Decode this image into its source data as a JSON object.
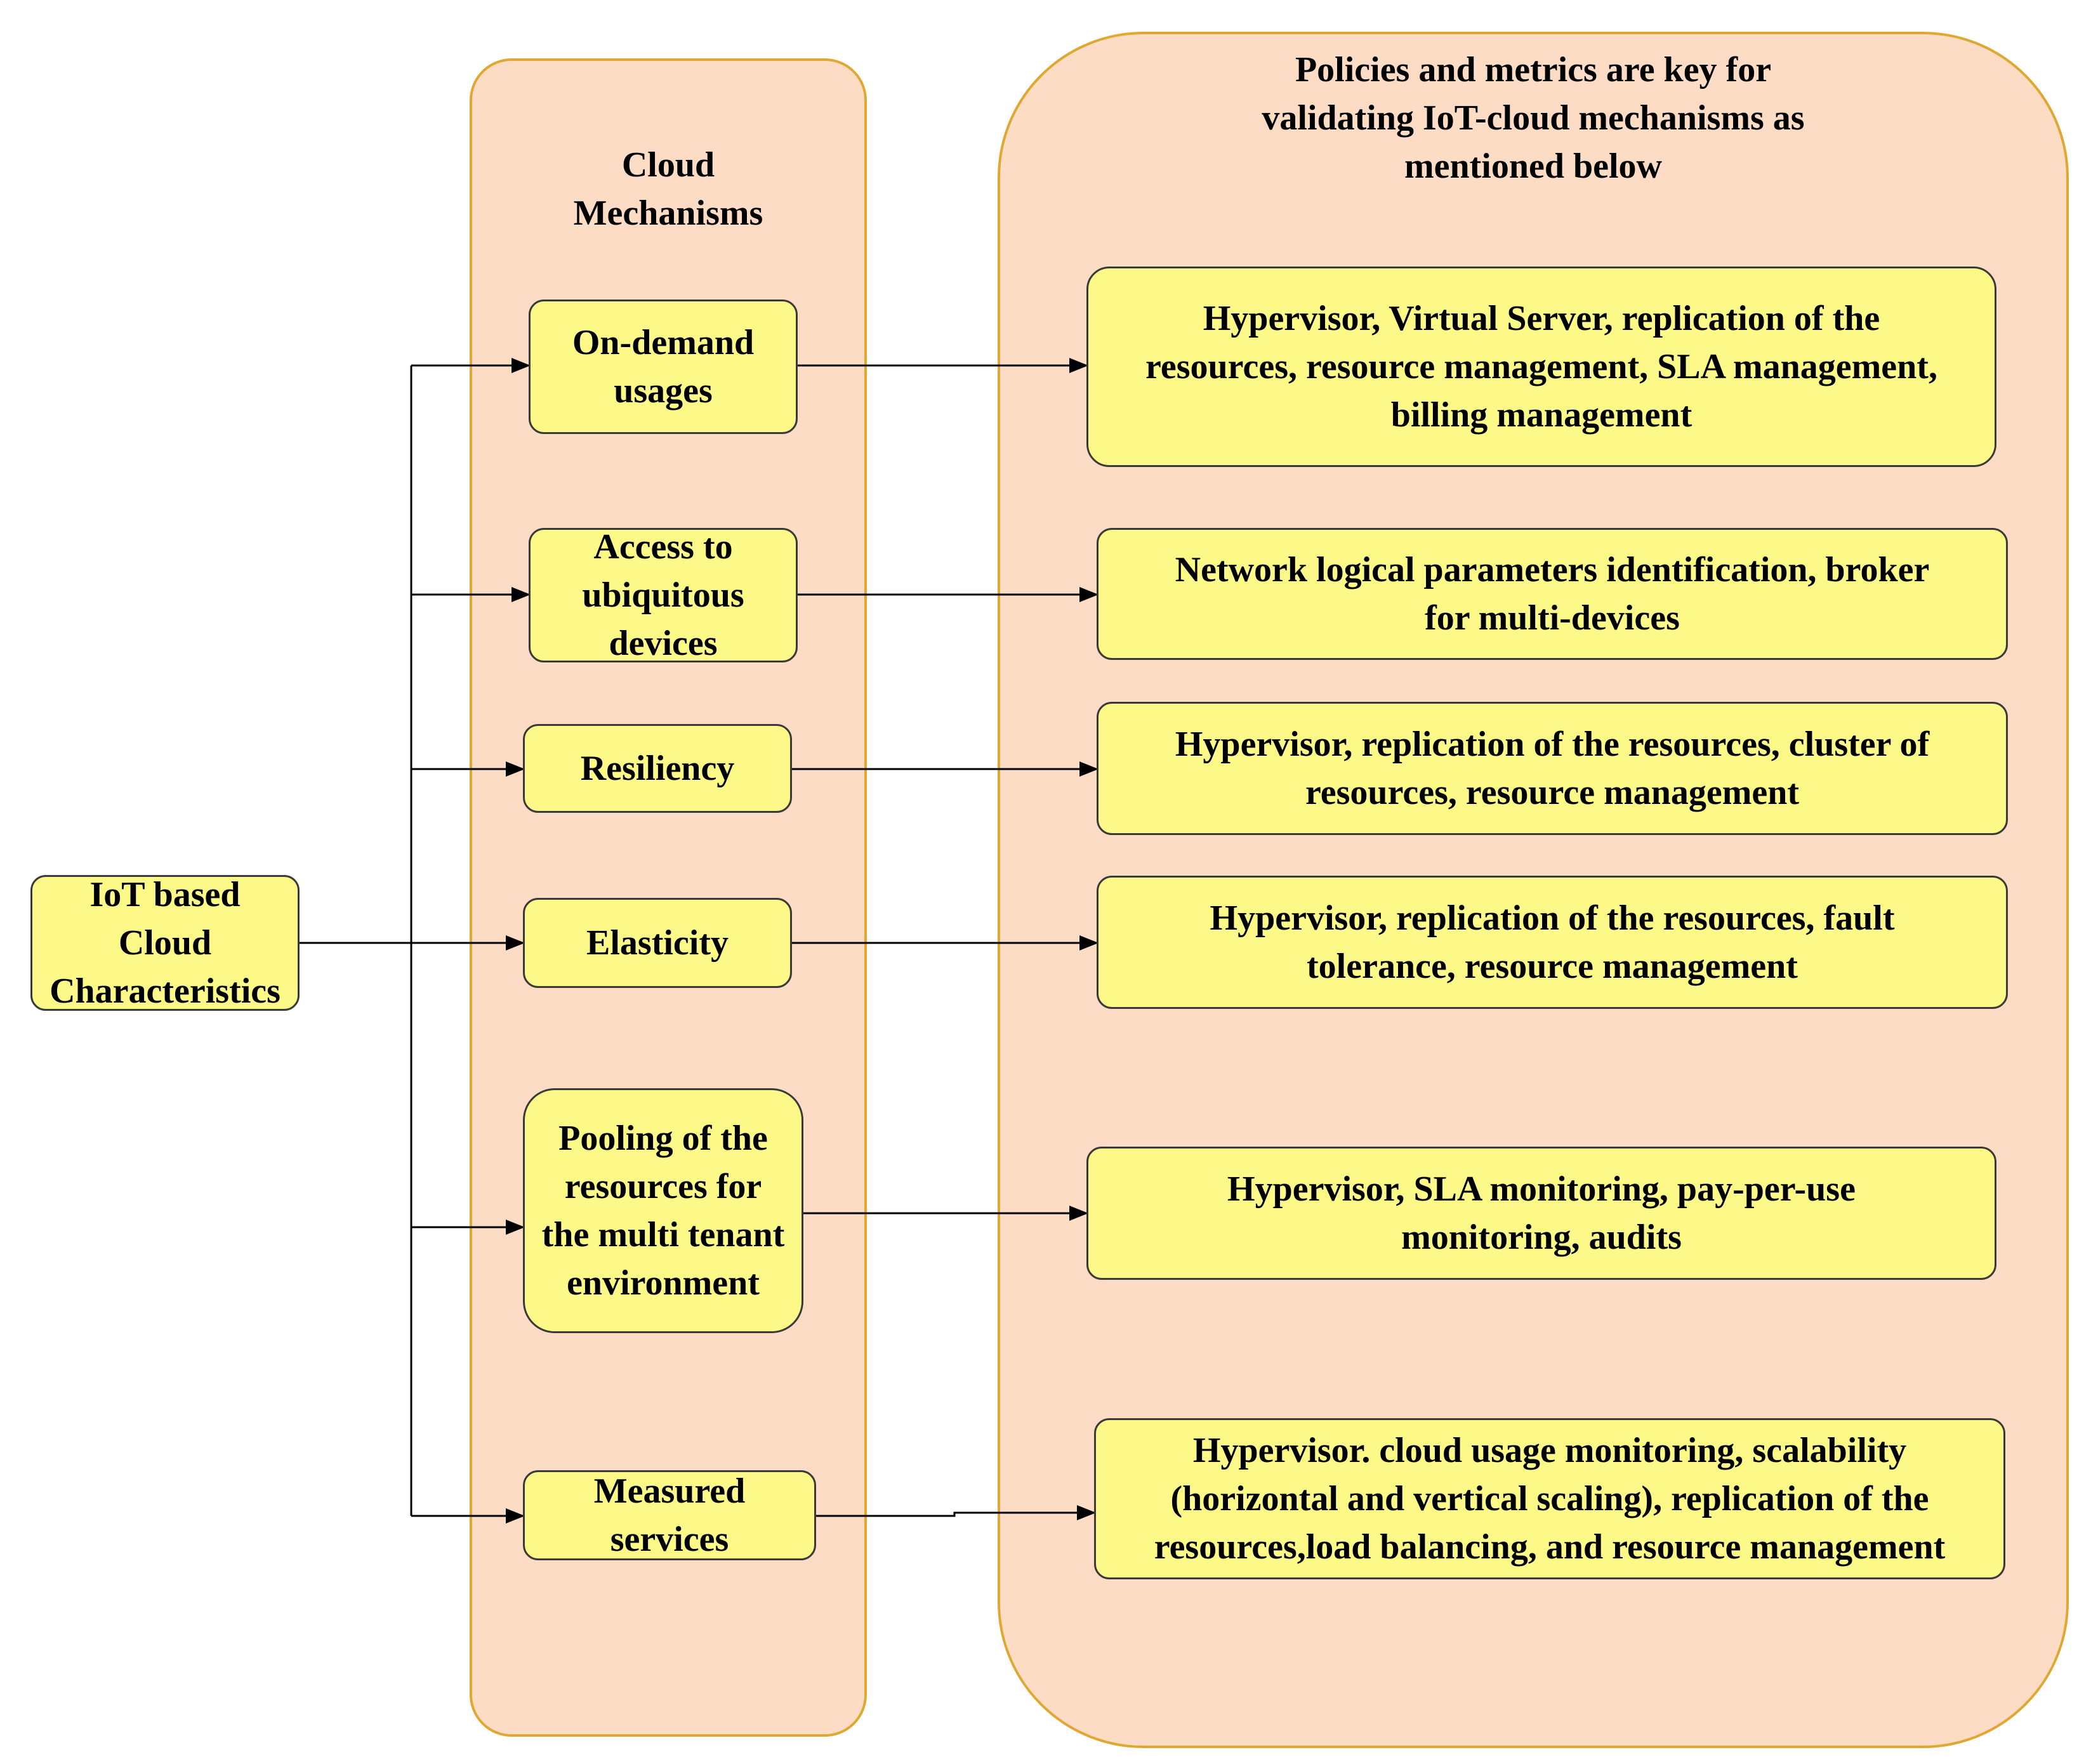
{
  "root": {
    "label": "IoT based\nCloud\nCharacteristics"
  },
  "mechanisms_panel": {
    "heading": "Cloud\nMechanisms"
  },
  "policies_panel": {
    "heading": "Policies and metrics are key for\nvalidating IoT-cloud mechanisms as\nmentioned below"
  },
  "mechanisms": [
    {
      "label": "On-demand\nusages"
    },
    {
      "label": "Access to\nubiquitous\ndevices"
    },
    {
      "label": "Resiliency"
    },
    {
      "label": "Elasticity"
    },
    {
      "label": "Pooling of the\nresources for\nthe multi tenant\nenvironment"
    },
    {
      "label": "Measured\nservices"
    }
  ],
  "policies": [
    {
      "label": "Hypervisor, Virtual Server, replication of the\nresources, resource management, SLA management,\nbilling management"
    },
    {
      "label": "Network logical parameters identification, broker\nfor multi-devices"
    },
    {
      "label": "Hypervisor, replication of the resources, cluster of\nresources, resource management"
    },
    {
      "label": "Hypervisor, replication of the resources, fault\ntolerance, resource management"
    },
    {
      "label": "Hypervisor, SLA monitoring, pay-per-use\nmonitoring, audits"
    },
    {
      "label": "Hypervisor. cloud usage monitoring, scalability\n(horizontal and vertical scaling), replication of the\nresources,load balancing, and resource management"
    }
  ],
  "colors": {
    "panel_fill": "#fcdcc4",
    "panel_border": "#e0a832",
    "box_fill": "#fdf989",
    "box_border": "#3a3a3a",
    "connector": "#000000"
  }
}
